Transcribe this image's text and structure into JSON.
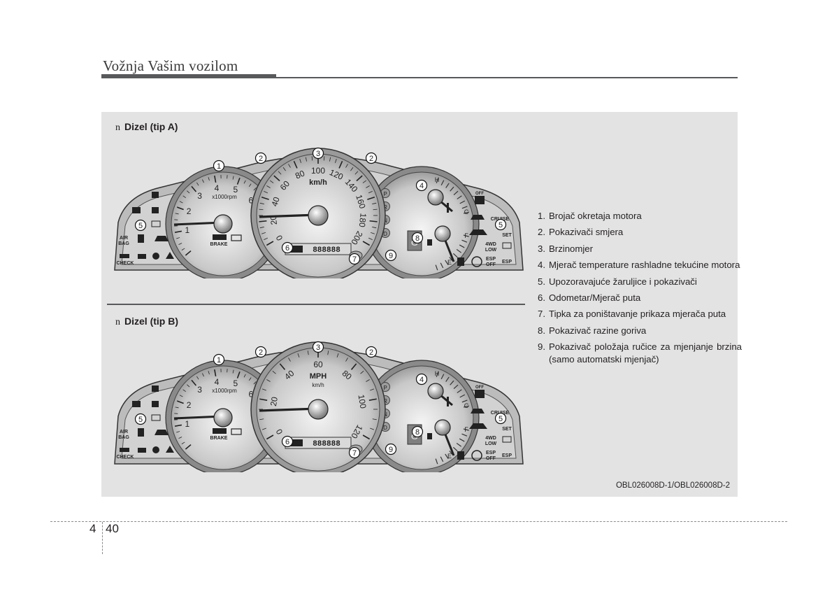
{
  "header": {
    "title": "Vožnja Vašim vozilom"
  },
  "figure": {
    "variant_marker": "n",
    "variants": [
      {
        "title": "Dizel (tip A)",
        "speed_unit": "km/h",
        "speed_unit_secondary": "",
        "tacho_unit": "x1000rpm",
        "tacho_labels": [
          "1",
          "2",
          "3",
          "4",
          "5",
          "6"
        ],
        "speed_labels": [
          "0",
          "20",
          "40",
          "60",
          "80",
          "100",
          "120",
          "140",
          "160",
          "180",
          "200"
        ],
        "odometer": "888888",
        "gear_indicator": "8",
        "fuel_marks": [
          "E",
          "F"
        ],
        "temp_marks": [
          "H",
          "C"
        ]
      },
      {
        "title": "Dizel (tip B)",
        "speed_unit": "MPH",
        "speed_unit_secondary": "km/h",
        "tacho_unit": "x1000rpm",
        "tacho_labels": [
          "1",
          "2",
          "3",
          "4",
          "5",
          "6"
        ],
        "speed_labels": [
          "0",
          "20",
          "40",
          "60",
          "80",
          "100",
          "120"
        ],
        "odometer": "888888",
        "gear_indicator": "8",
        "fuel_marks": [
          "E",
          "F"
        ],
        "temp_marks": [
          "H",
          "C"
        ]
      }
    ],
    "callouts": [
      "1",
      "2",
      "3",
      "4",
      "5",
      "6",
      "7",
      "8",
      "9"
    ],
    "indicator_texts": {
      "airbag": "AIR\nBAG",
      "check": "CHECK",
      "brake": "BRAKE",
      "cruise": "CRUISE",
      "set": "SET",
      "four_wd": "4WD\nLOW",
      "esp_off": "ESP\nOFF",
      "esp": "ESP",
      "off": "OFF",
      "gears": [
        "P",
        "R",
        "N",
        "D"
      ]
    },
    "image_reference": "OBL026008D-1/OBL026008D-2"
  },
  "legend": [
    {
      "num": "1.",
      "text": "Brojač okretaja motora"
    },
    {
      "num": "2.",
      "text": "Pokazivači smjera"
    },
    {
      "num": "3.",
      "text": "Brzinomjer"
    },
    {
      "num": "4.",
      "text": "Mjerač temperature rashladne tekućine motora"
    },
    {
      "num": "5.",
      "text": "Upozoravajuće žaruljice i pokazivači"
    },
    {
      "num": "6.",
      "text": "Odometar/Mjerač puta"
    },
    {
      "num": "7.",
      "text": "Tipka za poništavanje prikaza mjerača puta"
    },
    {
      "num": "8.",
      "text": "Pokazivač razine goriva"
    },
    {
      "num": "9.",
      "text": "Pokazivač položaja ručice za mjenjanje brzina (samo automatski mjenjač)"
    }
  ],
  "footer": {
    "chapter": "4",
    "page": "40"
  }
}
